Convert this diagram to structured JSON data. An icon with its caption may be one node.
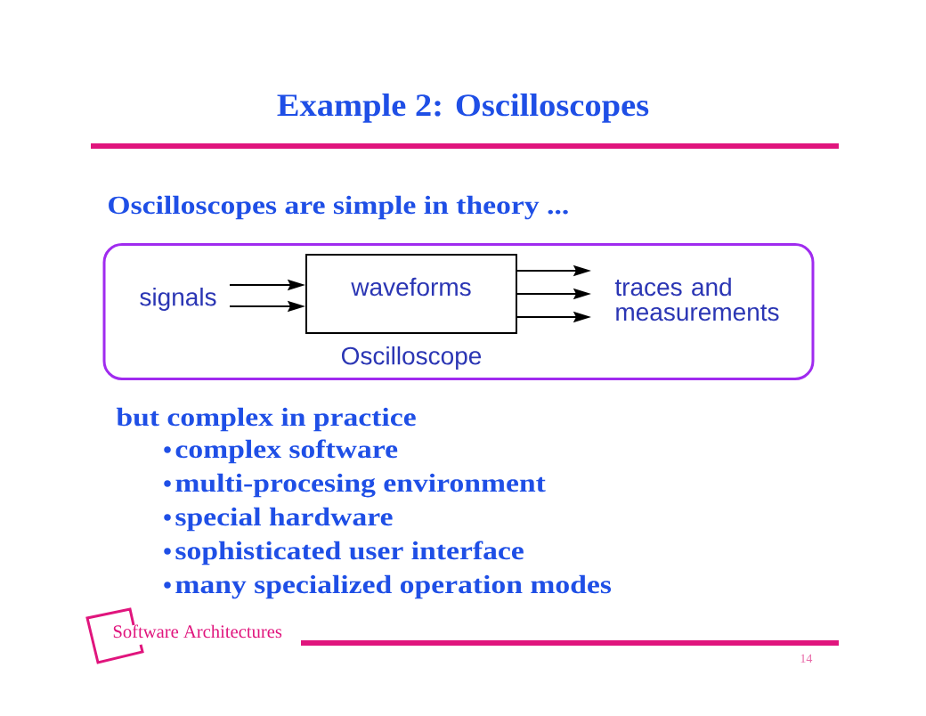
{
  "diagram": {
    "title": "Example 2: Oscilloscopes",
    "nodes": [
      {
        "text": [],
        "shape": "box"
      },
      {
        "text": [
          "signals"
        ],
        "in": 0
      },
      {
        "text": [
          "waveforms"
        ],
        "beside": [
          "Oscilloscope"
        ],
        "in": 0
      },
      {
        "text": [
          "traces and measurements"
        ],
        "in": 0
      }
    ],
    "edges": [
      {
        "from": 1,
        "to": 2,
        "arrow": "to"
      },
      {
        "from": 1,
        "to": 2,
        "arrow": "to"
      },
      {
        "from": 2,
        "to": 3,
        "arrow": "to"
      },
      {
        "from": 2,
        "to": 3,
        "arrow": "to"
      },
      {
        "from": 2,
        "to": 3,
        "arrow": "to"
      }
    ],
    "labels": [
      "Oscilloscopes are simple in theory ...",
      "but complex in practice",
      "complex software",
      "multi-procesing environment",
      "special hardware",
      "sophisticated user interface",
      "many specialized operation modes",
      "Software Architectures",
      "14"
    ]
  }
}
